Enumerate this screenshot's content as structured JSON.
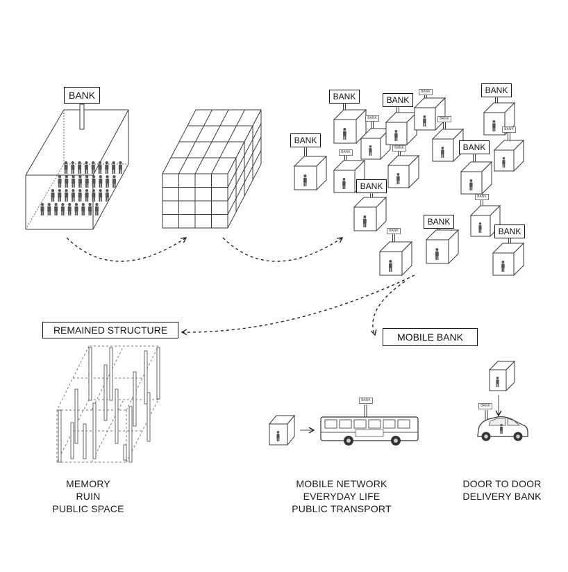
{
  "bank_label": "BANK",
  "remained_structure_label": "REMAINED STRUCTURE",
  "mobile_bank_label": "MOBILE BANK",
  "captions": {
    "left": [
      "MEMORY",
      "RUIN",
      "PUBLIC SPACE"
    ],
    "middle": [
      "MOBILE NETWORK",
      "EVERYDAY LIFE",
      "PUBLIC TRANSPORT"
    ],
    "right": [
      "DOOR TO DOOR",
      "DELIVERY BANK"
    ]
  },
  "colors": {
    "line": "#3a3a3a",
    "figure": "#555555",
    "label_border": "#111111"
  }
}
